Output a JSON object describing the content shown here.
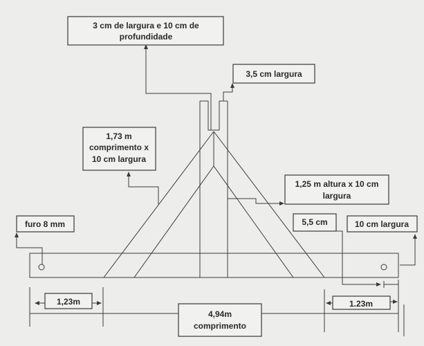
{
  "labels": {
    "slot_depth": [
      "3 cm de largura e 10 cm de",
      "profundidade"
    ],
    "post_width": "3,5 cm largura",
    "rafter": [
      "1,73 m",
      "comprimento x",
      "10 cm largura"
    ],
    "upright": [
      "1,25 m altura x 10 cm",
      "largura"
    ],
    "hole": "furo 8 mm",
    "hole_offset": "5,5 cm",
    "beam_width": "10 cm largura",
    "left_span": "1,23m",
    "right_span": "1.23m",
    "total_length": [
      "4,94m",
      "comprimento"
    ]
  }
}
